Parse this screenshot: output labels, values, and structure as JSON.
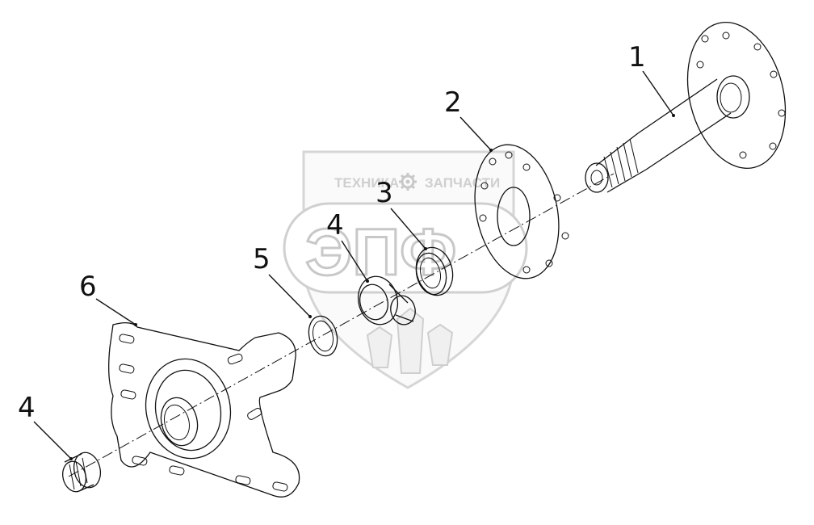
{
  "watermark": {
    "top_left": "ТЕХНИКА",
    "top_right": "ЗАПЧАСТИ",
    "brand": "ЭПФ",
    "gear_icon": "gear-icon"
  },
  "callouts": [
    {
      "id": "axle-shaft",
      "label": "1"
    },
    {
      "id": "flange-gasket",
      "label": "2"
    },
    {
      "id": "oil-seal",
      "label": "3"
    },
    {
      "id": "inner-bearing",
      "label": "4"
    },
    {
      "id": "spacer-washer",
      "label": "5"
    },
    {
      "id": "wheel-hub",
      "label": "6"
    },
    {
      "id": "outer-bearing",
      "label": "4"
    }
  ]
}
